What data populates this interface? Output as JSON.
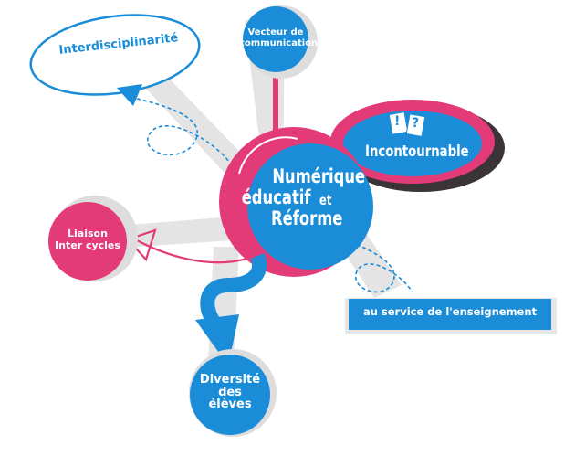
{
  "diagram": {
    "center": {
      "line1": "Numérique",
      "line2": "éducatif",
      "line3": "et",
      "line4": "Réforme"
    },
    "nodes": {
      "interdisciplinarite": "Interdisciplinarité",
      "vecteur_line1": "Vecteur de",
      "vecteur_line2": "communication",
      "incontournable": "Incontournable",
      "liaison_line1": "Liaison",
      "liaison_line2": "Inter cycles",
      "service": "au service de l'enseignement",
      "diversite_line1": "Diversité",
      "diversite_line2": "des",
      "diversite_line3": "élèves"
    },
    "icon_marks": [
      "!",
      "?"
    ]
  },
  "colors": {
    "blue": "#1a8cd8",
    "pink": "#e33a78",
    "dark_grey": "#3a3436",
    "light_grey": "#dddddd",
    "white": "#ffffff"
  }
}
